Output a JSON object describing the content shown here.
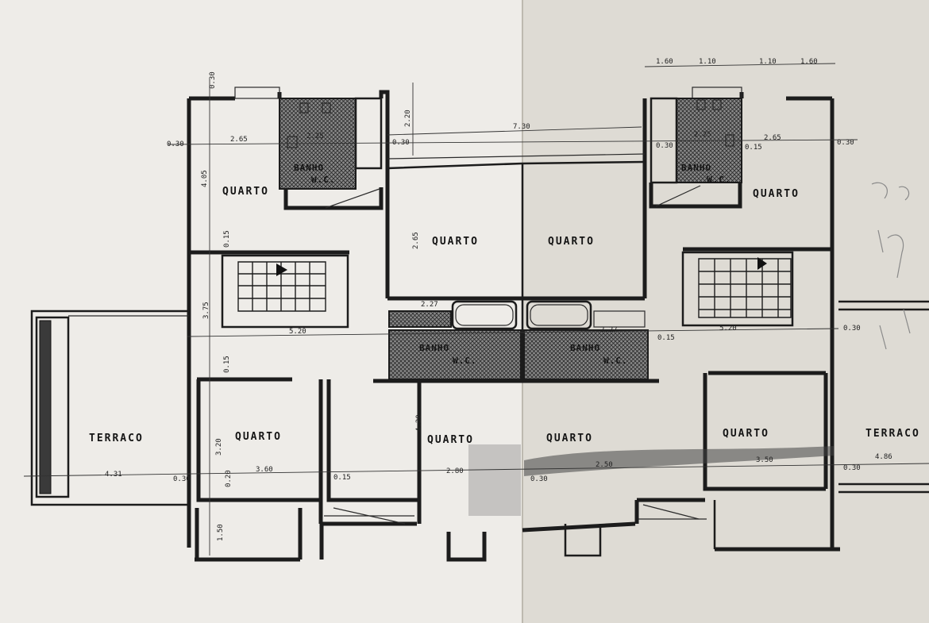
{
  "rooms": {
    "quarto_top_left": "QUARTO",
    "bagno_left": "BANHO",
    "wc_left": "W.C.",
    "quarto_center_left": "QUARTO",
    "quarto_center_right": "QUARTO",
    "bagno_right": "BANHO",
    "wc_right": "W.C.",
    "quarto_top_right": "QUARTO",
    "bagno_center": "BANHO",
    "wc_center": "W.C.",
    "terraco_left": "TERRACO",
    "quarto_bottom_left": "QUARTO",
    "quarto_bottom_cl": "QUARTO",
    "quarto_bottom_cr": "QUARTO",
    "quarto_bottom_right": "QUARTO",
    "terraco_right": "TERRACO"
  },
  "dimensions": {
    "top_total": "7.30",
    "top_right_1": "1.60",
    "top_right_2": "1.10",
    "top_right_3": "1.10",
    "top_right_4": "1.60",
    "left_wall": "0.30",
    "quarto_tl_width": "2.65",
    "bagno_l_width": "2.25",
    "bagno_r_width": "2.25",
    "quarto_tr_width": "2.65",
    "right_wall": "0.30",
    "top_offset": "0.30",
    "bagno_l_depth": "2.20",
    "center_small": "0.30",
    "bagno_r_small": "0.15",
    "quarto_tl_height": "4.05",
    "quarto_c_height": "2.65",
    "stair_left_small": "0.15",
    "stair_height": "3.75",
    "stair_l_width": "5.20",
    "stair_r_width": "5.20",
    "corridor_small": "0.15",
    "corridor_right": "0.30",
    "center_mid": "2.27",
    "center_mid_r": "2.27",
    "quarto_bl_small": "0.15",
    "quarto_bl_height": "3.20",
    "quarto_bcl_height": "4.20",
    "terraco_l_width": "4.31",
    "terraco_l_wall": "0.30",
    "quarto_bl_width": "3.60",
    "bl_small": "0.20",
    "bl_small2": "0.15",
    "quarto_bcl_width": "2.80",
    "quarto_bcr_width": "2.50",
    "bcr_small": "0.30",
    "quarto_br_width": "3.50",
    "terraco_r_wall": "0.30",
    "terraco_r_width": "4.86",
    "bottom_left_height": "1.50"
  }
}
